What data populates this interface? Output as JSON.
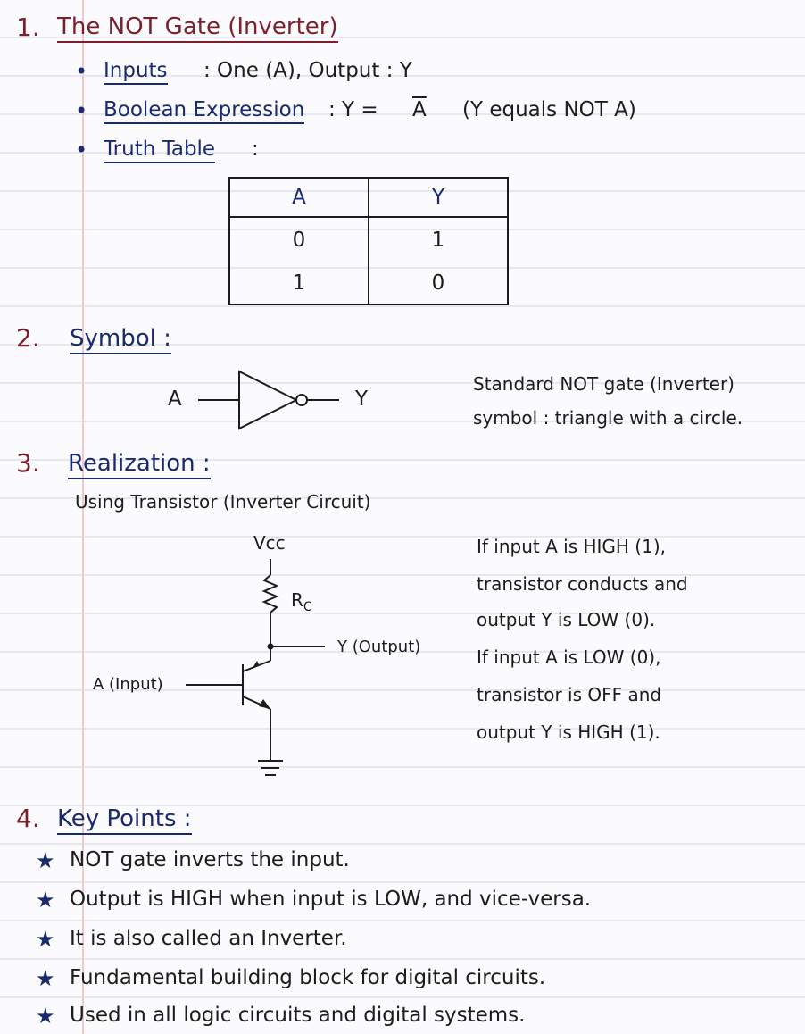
{
  "section1": {
    "number": "1.",
    "title": "The NOT Gate (Inverter)",
    "inputs_label": "Inputs",
    "inputs_text": ": One (A), Output : Y",
    "expr_label": "Boolean Expression",
    "expr_prefix": ": Y =",
    "expr_symbol": "A",
    "expr_suffix": "(Y equals NOT A)",
    "truth_label": "Truth Table",
    "truth_colon": ":",
    "truth_table": {
      "headers": [
        "A",
        "Y"
      ],
      "rows": [
        [
          "0",
          "1"
        ],
        [
          "1",
          "0"
        ]
      ]
    }
  },
  "section2": {
    "number": "2.",
    "title": "Symbol :",
    "input_label": "A",
    "output_label": "Y",
    "desc_line1": "Standard NOT gate (Inverter)",
    "desc_line2": "symbol : triangle with a circle."
  },
  "section3": {
    "number": "3.",
    "title": "Realization :",
    "subtitle": "Using Transistor (Inverter Circuit)",
    "vcc": "Vcc",
    "rc": "R",
    "rc_sub": "C",
    "output_label": "Y (Output)",
    "input_label": "A (Input)",
    "desc": [
      "If input A is HIGH (1),",
      "transistor conducts and",
      "output Y is LOW (0).",
      "If input A is LOW (0),",
      "transistor is OFF and",
      "output Y is HIGH (1)."
    ]
  },
  "section4": {
    "number": "4.",
    "title": "Key Points :",
    "star_icon": "★",
    "points": [
      "NOT gate inverts the input.",
      "Output is HIGH when input is LOW, and vice-versa.",
      "It is also called an Inverter.",
      "Fundamental building block for digital circuits.",
      "Used in all logic circuits and digital systems."
    ]
  }
}
